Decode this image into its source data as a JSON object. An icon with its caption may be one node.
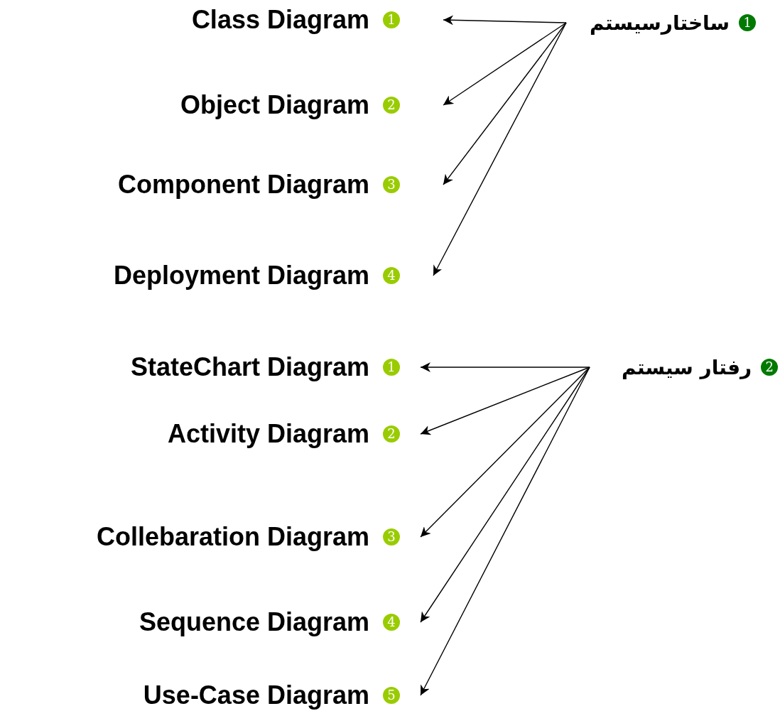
{
  "diagram": {
    "nodes": [
      {
        "text": [
          "ساختارسیستم",
          "1"
        ]
      },
      {
        "text": [
          "Class Diagram",
          "1"
        ]
      },
      {
        "text": [
          "Object Diagram",
          "2"
        ]
      },
      {
        "text": [
          "Component Diagram",
          "3"
        ]
      },
      {
        "text": [
          "Deployment Diagram",
          "4"
        ]
      },
      {
        "text": [
          "رفتار سیستم",
          "2"
        ]
      },
      {
        "text": [
          "StateChart Diagram",
          "1"
        ]
      },
      {
        "text": [
          "Activity Diagram",
          "2"
        ]
      },
      {
        "text": [
          "Collebaration Diagram",
          "3"
        ]
      },
      {
        "text": [
          "Sequence Diagram",
          "4"
        ]
      },
      {
        "text": [
          "Use-Case Diagram",
          "5"
        ]
      }
    ],
    "edges": [
      {
        "from": 0,
        "to": 1,
        "arrow": "to"
      },
      {
        "from": 0,
        "to": 2,
        "arrow": "to"
      },
      {
        "from": 0,
        "to": 3,
        "arrow": "to"
      },
      {
        "from": 0,
        "to": 4,
        "arrow": "to"
      },
      {
        "from": 5,
        "to": 6,
        "arrow": "to"
      },
      {
        "from": 5,
        "to": 7,
        "arrow": "to"
      },
      {
        "from": 5,
        "to": 8,
        "arrow": "to"
      },
      {
        "from": 5,
        "to": 9,
        "arrow": "to"
      },
      {
        "from": 5,
        "to": 10,
        "arrow": "to"
      }
    ]
  }
}
